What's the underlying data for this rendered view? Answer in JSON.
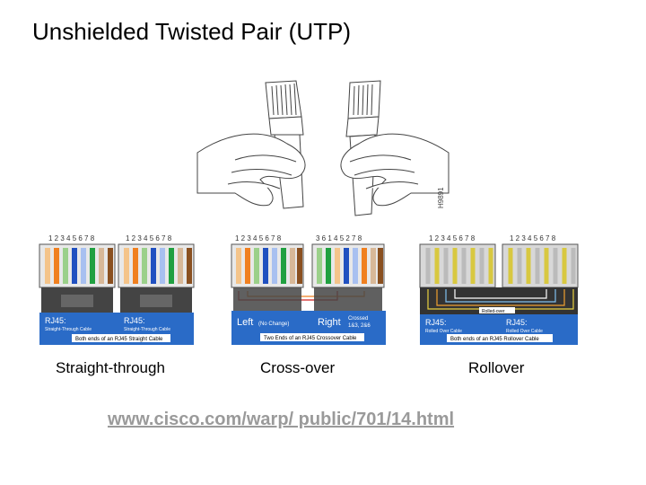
{
  "slide": {
    "title": "Unshielded Twisted Pair (UTP)",
    "captions": {
      "straight": "Straight-through",
      "cross": "Cross-over",
      "rollover": "Rollover"
    },
    "url": "www.cisco.com/warp/ public/701/14.html"
  },
  "hands_code": "H9891",
  "straight": {
    "pin_numbers": "1 2 3 4 5 6 7 8",
    "connector_label": "RJ45:",
    "left_sub": "Straight-Through Cable",
    "right_sub": "Straight-Through Cable",
    "bottom": "Both ends of an RJ45 Straight Cable"
  },
  "cross": {
    "left_pins": "1 2 3 4 5 6 7 8",
    "right_pins": "3 6 1 4 5 2 7 8",
    "left_label": "Left",
    "left_sub": "(No Change)",
    "right_label": "Right",
    "right_sub": "Crossed",
    "right_sub2": "1&3, 2&6",
    "bottom": "Two Ends of an RJ45 Crossover Cable"
  },
  "rollover": {
    "left_pins": "1 2 3 4 5 6 7 8",
    "right_pins": "1 2 3 4 5 6 7 8",
    "center_tag": "Rolled-over",
    "connector_label": "RJ45:",
    "left_sub": "Rolled Over Cable",
    "right_sub": "Rolled Over Cable",
    "bottom": "Both ends of an RJ45 Rollover Cable"
  }
}
